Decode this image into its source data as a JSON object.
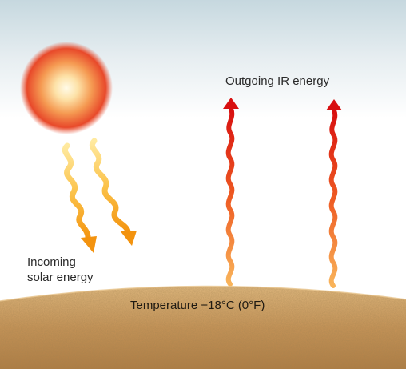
{
  "labels": {
    "incoming_line1": "Incoming",
    "incoming_line2": "solar energy",
    "outgoing": "Outgoing IR energy",
    "temperature": "Temperature −18°C (0°F)"
  },
  "colors": {
    "sky_top": "#c9dbe1",
    "sky_bottom": "#ffffff",
    "sun_core": "#fff6d8",
    "sun_mid": "#f5a04a",
    "sun_edge": "#e2401e",
    "incoming_arrow_top": "#ffe07a",
    "incoming_arrow_bottom": "#f49a16",
    "outgoing_arrow_top": "#dd1010",
    "outgoing_arrow_bottom": "#f7a24a",
    "ground_light": "#e3b879",
    "ground_dark": "#a8753e"
  },
  "icons": {
    "sun": "sun-icon",
    "incoming": "wavy-arrow-down-icon",
    "outgoing": "wavy-arrow-up-icon"
  }
}
